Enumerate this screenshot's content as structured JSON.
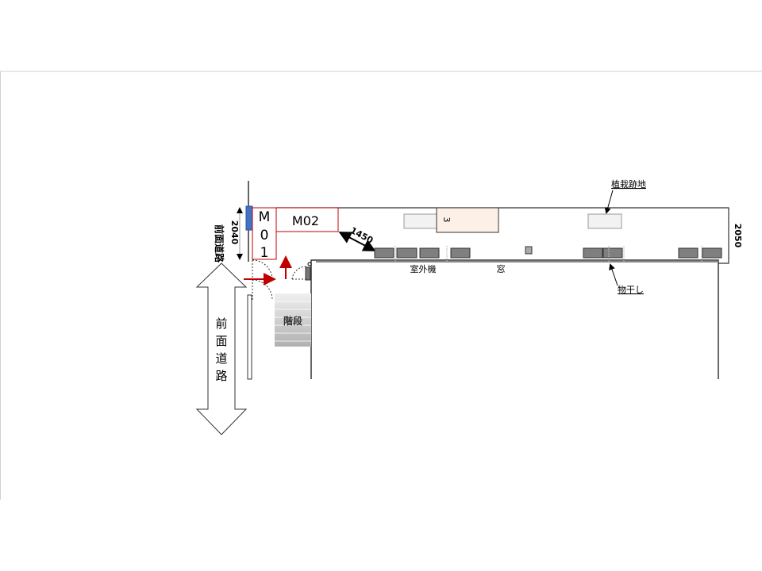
{
  "labels": {
    "m01": [
      "M",
      "0",
      "1"
    ],
    "m02": "M02",
    "box3": "3",
    "dim_left": "2040",
    "dim_right": "2050",
    "dim_diag": "1450",
    "road_side": "前面道路",
    "road_arrow": [
      "前",
      "面",
      "道",
      "路"
    ],
    "stairs": "階段",
    "outdoor_unit": "室外機",
    "window": "窓",
    "planting": "植栽跡地",
    "drying": "物干し"
  },
  "colors": {
    "red": "#c00000",
    "blue": "#4472c4",
    "unit": "#7f7f7f",
    "box3_fill": "#fdf0e6",
    "planting_fill": "#f2f2f2"
  }
}
